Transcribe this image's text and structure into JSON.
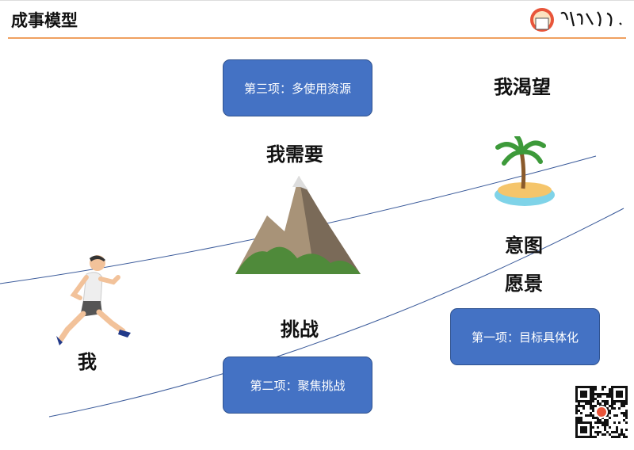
{
  "header": {
    "title": "成事模型",
    "logo_text": "个人成长教练",
    "logo_caption": "Ignite Leader"
  },
  "diagram": {
    "boxes": {
      "resources": "第三项：多使用资源",
      "challenge": "第二项：聚焦挑战",
      "goal": "第一项：目标具体化"
    },
    "labels": {
      "desire": "我渴望",
      "need": "我需要",
      "intent": "意图",
      "vision": "愿景",
      "challenge": "挑战",
      "me": "我"
    },
    "icons": [
      "runner-icon",
      "mountain-icon",
      "island-icon",
      "qr-code"
    ],
    "colors": {
      "box": "#4472C4",
      "line": "#3a5a9a",
      "rule": "#F0A060"
    }
  }
}
